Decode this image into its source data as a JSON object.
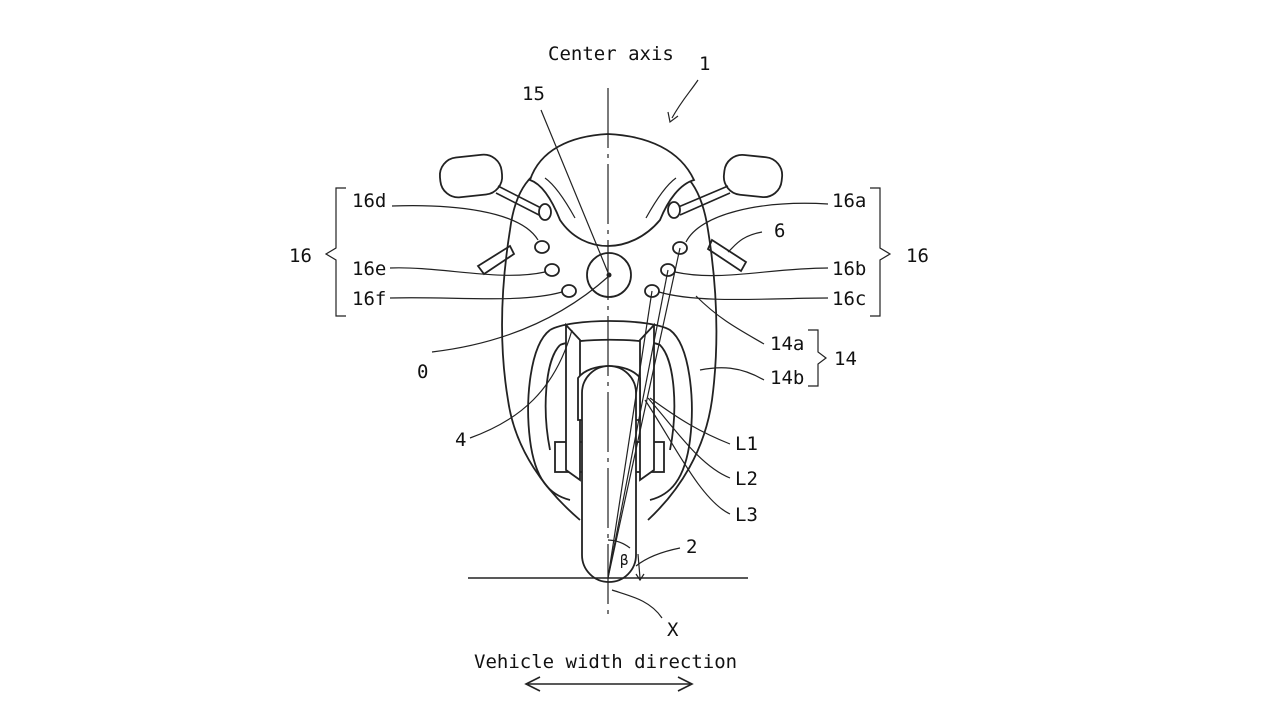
{
  "labels": {
    "center_axis": "Center axis",
    "ref_1": "1",
    "ref_15": "15",
    "ref_16_left": "16",
    "ref_16_right": "16",
    "ref_16a": "16a",
    "ref_16b": "16b",
    "ref_16c": "16c",
    "ref_16d": "16d",
    "ref_16e": "16e",
    "ref_16f": "16f",
    "ref_6": "6",
    "ref_0": "0",
    "ref_14": "14",
    "ref_14a": "14a",
    "ref_14b": "14b",
    "ref_4": "4",
    "ref_L1": "L1",
    "ref_L2": "L2",
    "ref_L3": "L3",
    "ref_2": "2",
    "beta": "β",
    "ref_X": "X",
    "vehicle_width_direction": "Vehicle width direction"
  },
  "colors": {
    "line": "#222222",
    "background": "#ffffff"
  }
}
